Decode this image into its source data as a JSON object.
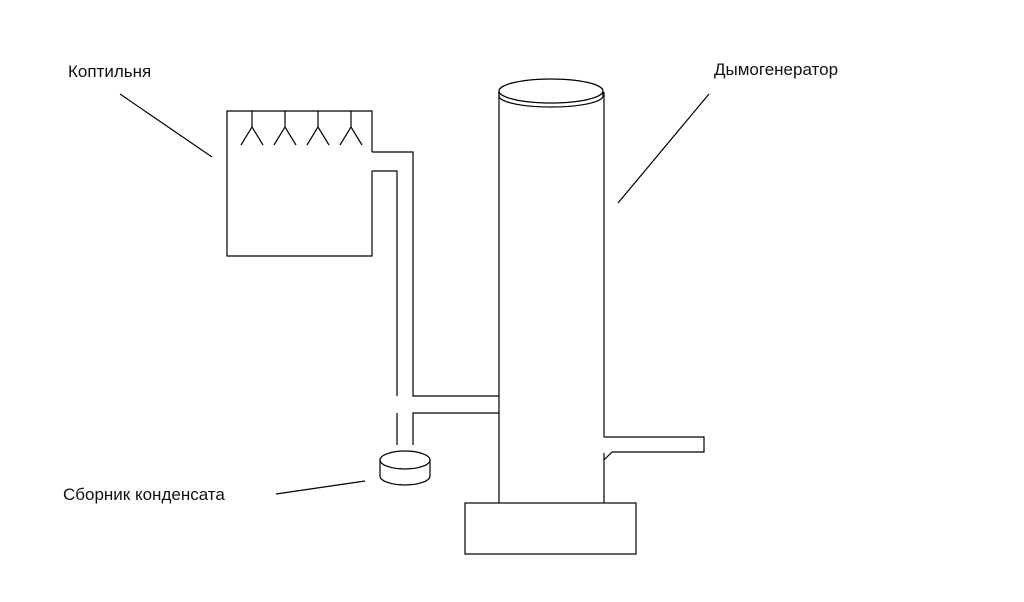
{
  "labels": {
    "smokehouse": "Коптильня",
    "smoke_generator": "Дымогенератор",
    "condensate_collector": "Сборник конденсата"
  },
  "colors": {
    "stroke": "#000000",
    "background": "#ffffff",
    "text": "#111111"
  }
}
